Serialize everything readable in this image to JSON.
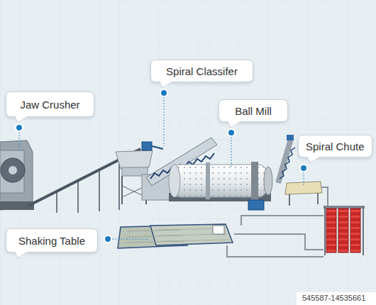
{
  "diagram": {
    "nodes": [
      {
        "text": [
          "Spiral Classifer"
        ]
      },
      {
        "text": [
          "Jaw Crusher"
        ]
      },
      {
        "text": [
          "Ball Mill"
        ]
      },
      {
        "text": [
          "Spiral Chute"
        ]
      },
      {
        "text": [
          "Shaking Table"
        ]
      }
    ],
    "labels": [
      "545587-14535661"
    ]
  }
}
